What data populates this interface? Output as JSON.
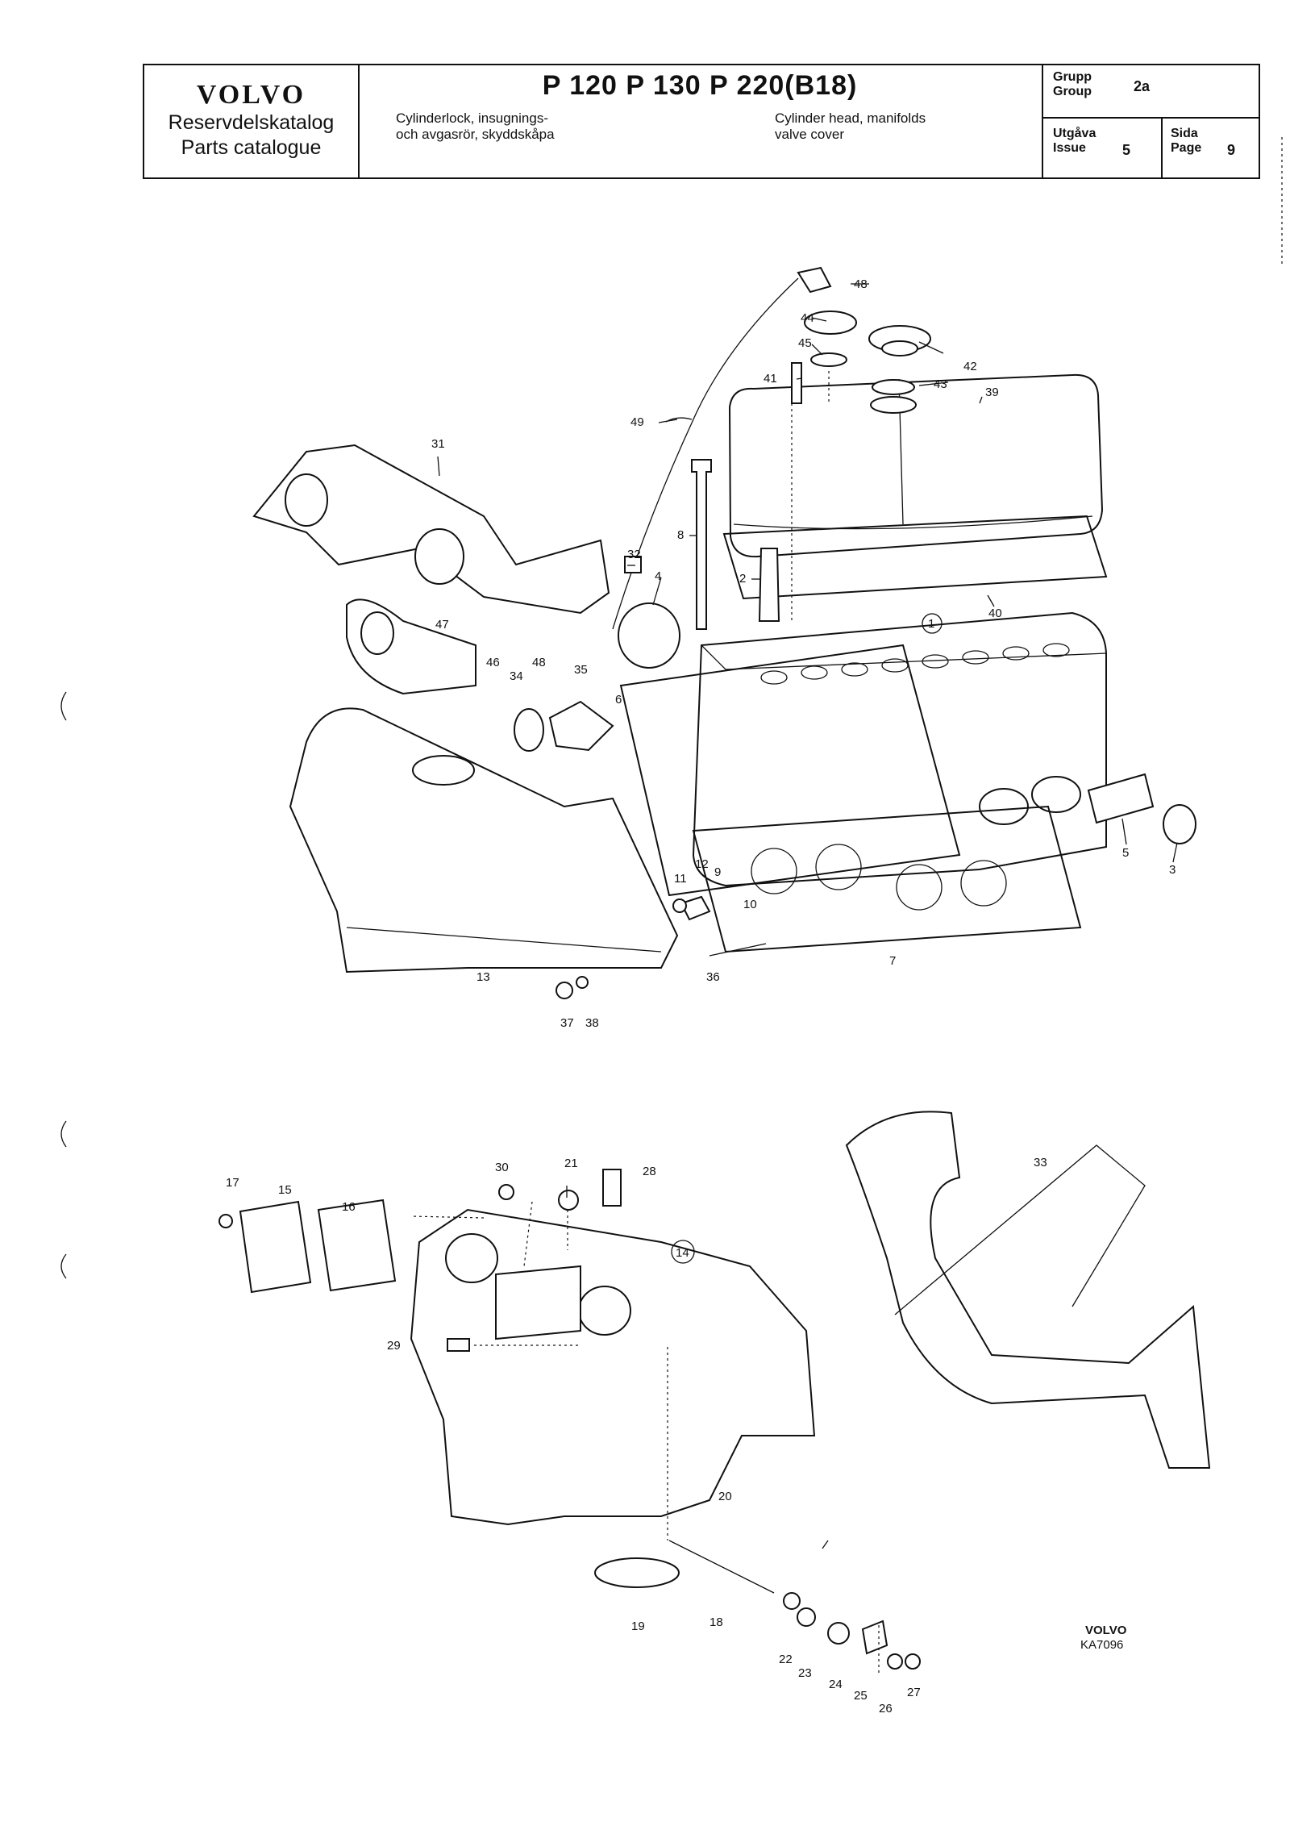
{
  "header": {
    "brand": "VOLVO",
    "catalog_sv": "Reservdelskatalog",
    "catalog_en": "Parts catalogue",
    "models": "P 120  P 130  P 220(B18)",
    "desc_sv_1": "Cylinderlock, insugnings-",
    "desc_sv_2": "och avgasrör, skyddskåpa",
    "desc_en_1": "Cylinder head, manifolds",
    "desc_en_2": "valve cover",
    "group_label_sv": "Grupp",
    "group_label_en": "Group",
    "group_value": "2a",
    "issue_label_sv": "Utgåva",
    "issue_label_en": "Issue",
    "issue_value": "5",
    "page_label_sv": "Sida",
    "page_label_en": "Page",
    "page_value": "9"
  },
  "diagram": {
    "part_numbers": [
      "1",
      "2",
      "3",
      "4",
      "5",
      "6",
      "7",
      "8",
      "9",
      "10",
      "11",
      "12",
      "13",
      "14",
      "15",
      "16",
      "17",
      "18",
      "19",
      "20",
      "21",
      "22",
      "23",
      "24",
      "25",
      "26",
      "27",
      "28",
      "29",
      "30",
      "31",
      "32",
      "33",
      "34",
      "35",
      "36",
      "37",
      "38",
      "39",
      "40",
      "41",
      "42",
      "43",
      "44",
      "45",
      "46",
      "47",
      "48",
      "49"
    ],
    "footer_brand": "VOLVO",
    "footer_code": "KA7096"
  }
}
